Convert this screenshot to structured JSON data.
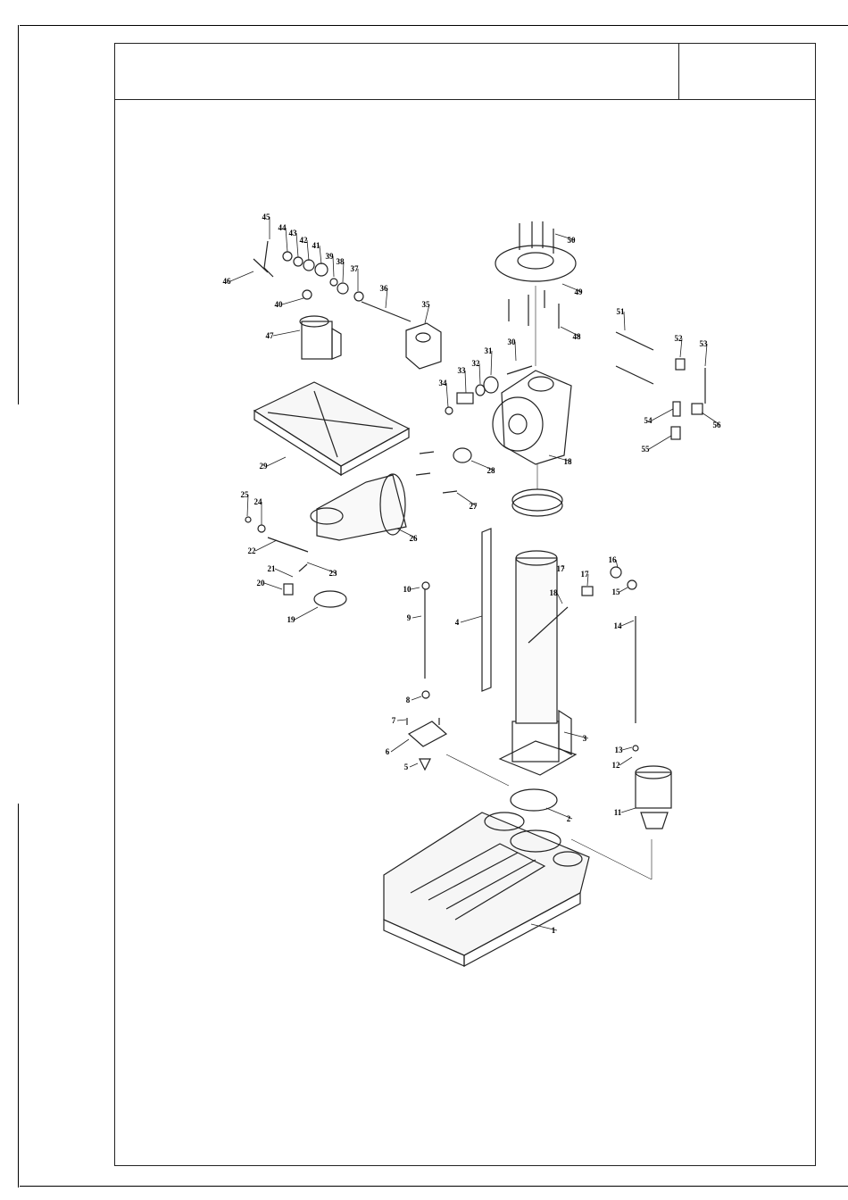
{
  "diagram": {
    "part_labels": [
      "1",
      "2",
      "3",
      "4",
      "5",
      "6",
      "7",
      "8",
      "9",
      "10",
      "11",
      "12",
      "13",
      "14",
      "15",
      "16",
      "17",
      "17",
      "18",
      "18",
      "19",
      "20",
      "21",
      "22",
      "23",
      "24",
      "25",
      "26",
      "27",
      "28",
      "29",
      "30",
      "31",
      "32",
      "33",
      "34",
      "35",
      "36",
      "37",
      "38",
      "39",
      "40",
      "41",
      "42",
      "43",
      "44",
      "45",
      "46",
      "47",
      "48",
      "49",
      "50",
      "51",
      "52",
      "53",
      "54",
      "55",
      "56"
    ]
  }
}
